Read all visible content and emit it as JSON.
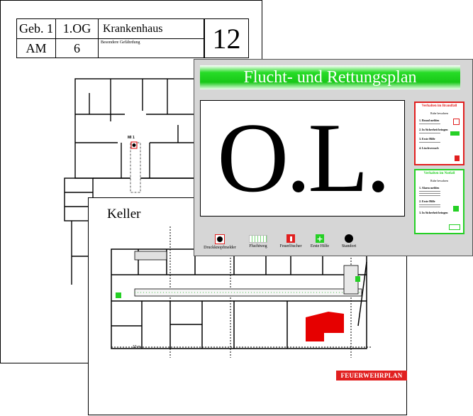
{
  "back_sheet": {
    "title_block": {
      "building": "Geb. 1",
      "floor": "1.OG",
      "facility": "Krankenhaus",
      "sheet_number": "12",
      "code": "AM",
      "index": "6",
      "note": "Besondere Gefährdung"
    },
    "room_label": "MI 1"
  },
  "middle_sheet": {
    "title": "Keller",
    "scale_label": "10 m",
    "stamp": "FEUERWEHRPLAN",
    "hazard_color": "#e60000"
  },
  "front_sheet": {
    "banner": "Flucht- und Rettungsplan",
    "placeholder": "O.L.",
    "fire_box": {
      "title": "Verhalten im Brandfall",
      "subtitle": "Ruhe bewahren",
      "steps": [
        "1. Brand melden",
        "2. In Sicherheit bringen",
        "3. Erste Hilfe",
        "4. Löschversuch"
      ],
      "accent": "#e11f1f"
    },
    "emergency_box": {
      "title": "Verhalten im Notfall",
      "subtitle": "Ruhe bewahren",
      "steps": [
        "1. Alarm melden",
        "2. Erste Hilfe",
        "3. In Sicherheit bringen"
      ],
      "accent": "#25d025"
    },
    "legend": [
      {
        "label": "Druckknopfmelder",
        "icon": "alarm-button-icon"
      },
      {
        "label": "Fluchtweg",
        "icon": "escape-route-icon"
      },
      {
        "label": "Feuerlöscher",
        "icon": "fire-extinguisher-icon"
      },
      {
        "label": "Erste Hilfe",
        "icon": "first-aid-icon"
      },
      {
        "label": "Standort",
        "icon": "location-icon"
      }
    ]
  }
}
